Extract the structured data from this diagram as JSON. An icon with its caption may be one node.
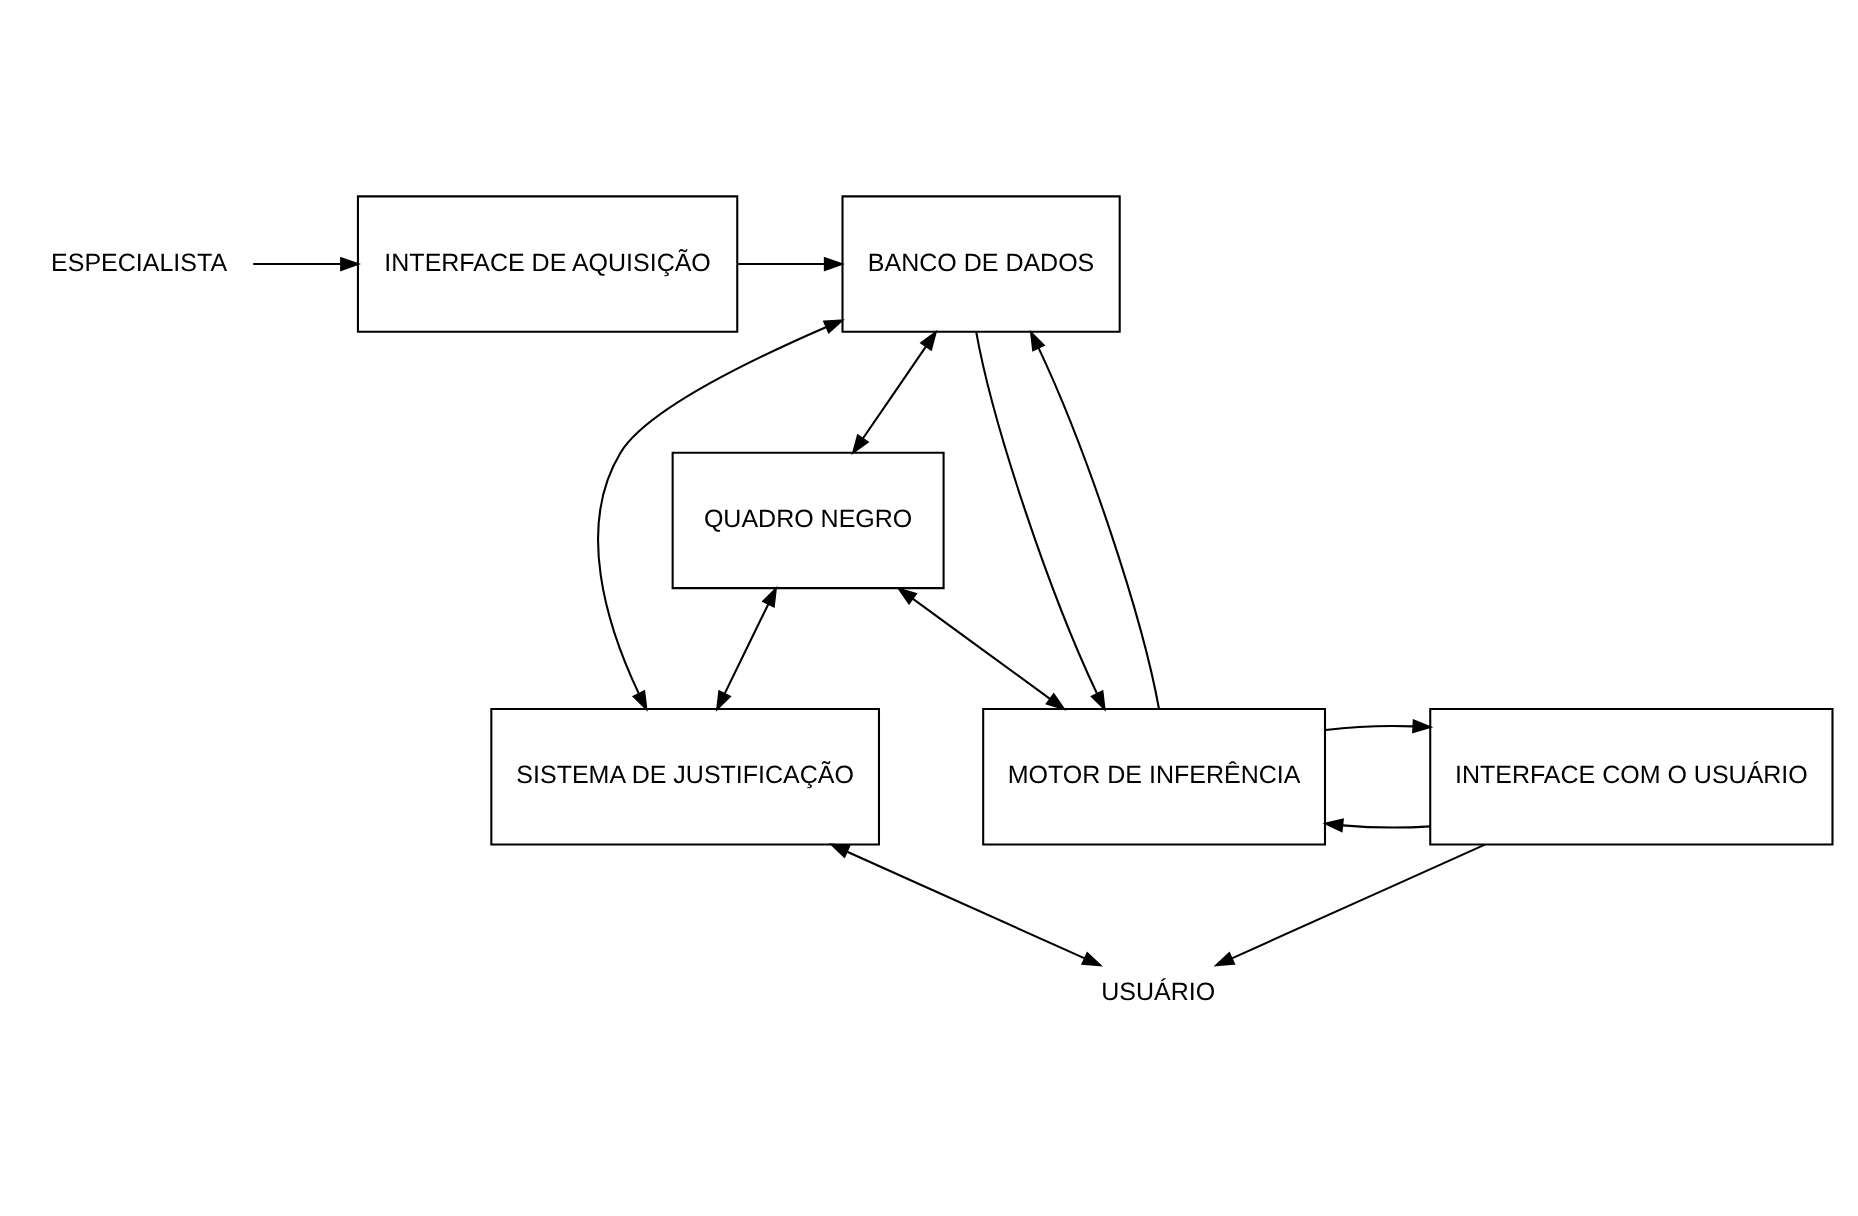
{
  "diagram": {
    "nodes": [
      {
        "text": [
          "ESPECIALISTA"
        ]
      },
      {
        "text": [
          "INTERFACE DE AQUISIÇÃO"
        ]
      },
      {
        "text": [
          "BANCO DE DADOS"
        ]
      },
      {
        "text": [
          "QUADRO NEGRO"
        ]
      },
      {
        "text": [
          "SISTEMA DE JUSTIFICAÇÃO"
        ]
      },
      {
        "text": [
          "INTERFACE COM O USUÁRIO"
        ]
      },
      {
        "text": [
          "MOTOR DE INFERÊNCIA"
        ]
      },
      {
        "text": [
          "USUÁRIO"
        ]
      }
    ],
    "edges": [
      {
        "from": 0,
        "to": 1,
        "arrow": "to"
      },
      {
        "from": 1,
        "to": 2,
        "arrow": "to"
      },
      {
        "from": 2,
        "to": 4,
        "arrow": "both"
      },
      {
        "from": 2,
        "to": 3,
        "arrow": "both"
      },
      {
        "from": 3,
        "to": 4,
        "arrow": "both"
      },
      {
        "from": 3,
        "to": 6,
        "arrow": "both"
      },
      {
        "from": 5,
        "to": 6,
        "arrow": "to"
      },
      {
        "from": 6,
        "to": 5,
        "arrow": "to"
      },
      {
        "from": 2,
        "to": 6,
        "arrow": "to"
      },
      {
        "from": 6,
        "to": 2,
        "arrow": "to"
      },
      {
        "from": 5,
        "to": 7,
        "arrow": "to"
      },
      {
        "from": 4,
        "to": 7,
        "arrow": "both"
      }
    ]
  }
}
